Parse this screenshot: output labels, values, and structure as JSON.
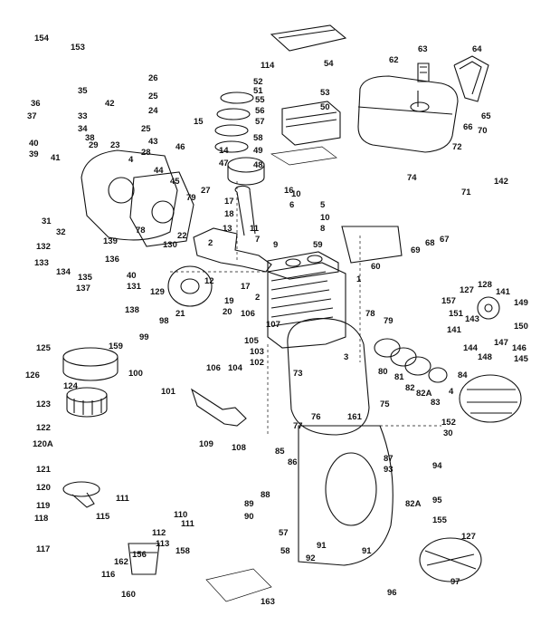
{
  "diagram": {
    "parts": [
      {
        "key": "p154",
        "label": "154"
      },
      {
        "key": "p153",
        "label": "153"
      },
      {
        "key": "p26",
        "label": "26"
      },
      {
        "key": "p25a",
        "label": "25"
      },
      {
        "key": "p24",
        "label": "24"
      },
      {
        "key": "p25b",
        "label": "25"
      },
      {
        "key": "p35",
        "label": "35"
      },
      {
        "key": "p42",
        "label": "42"
      },
      {
        "key": "p36",
        "label": "36"
      },
      {
        "key": "p37",
        "label": "37"
      },
      {
        "key": "p33",
        "label": "33"
      },
      {
        "key": "p34",
        "label": "34"
      },
      {
        "key": "p38",
        "label": "38"
      },
      {
        "key": "p40",
        "label": "40"
      },
      {
        "key": "p39",
        "label": "39"
      },
      {
        "key": "p29",
        "label": "29"
      },
      {
        "key": "p41",
        "label": "41"
      },
      {
        "key": "p23",
        "label": "23"
      },
      {
        "key": "p43",
        "label": "43"
      },
      {
        "key": "p28",
        "label": "28"
      },
      {
        "key": "p4a",
        "label": "4"
      },
      {
        "key": "p44",
        "label": "44"
      },
      {
        "key": "p46",
        "label": "46"
      },
      {
        "key": "p45",
        "label": "45"
      },
      {
        "key": "p27",
        "label": "27"
      },
      {
        "key": "p31",
        "label": "31"
      },
      {
        "key": "p79",
        "label": "79"
      },
      {
        "key": "p78a",
        "label": "78"
      },
      {
        "key": "p32",
        "label": "32"
      },
      {
        "key": "p22",
        "label": "22"
      },
      {
        "key": "p132",
        "label": "132"
      },
      {
        "key": "p139",
        "label": "139"
      },
      {
        "key": "p133",
        "label": "133"
      },
      {
        "key": "p136",
        "label": "136"
      },
      {
        "key": "p130",
        "label": "130"
      },
      {
        "key": "p134",
        "label": "134"
      },
      {
        "key": "p135",
        "label": "135"
      },
      {
        "key": "p137",
        "label": "137"
      },
      {
        "key": "p40b",
        "label": "40"
      },
      {
        "key": "p131",
        "label": "131"
      },
      {
        "key": "p129",
        "label": "129"
      },
      {
        "key": "p138",
        "label": "138"
      },
      {
        "key": "p114",
        "label": "114"
      },
      {
        "key": "p54",
        "label": "54"
      },
      {
        "key": "p52",
        "label": "52"
      },
      {
        "key": "p51",
        "label": "51"
      },
      {
        "key": "p53",
        "label": "53"
      },
      {
        "key": "p55",
        "label": "55"
      },
      {
        "key": "p50",
        "label": "50"
      },
      {
        "key": "p56",
        "label": "56"
      },
      {
        "key": "p57",
        "label": "57"
      },
      {
        "key": "p58",
        "label": "58"
      },
      {
        "key": "p49",
        "label": "49"
      },
      {
        "key": "p48",
        "label": "48"
      },
      {
        "key": "p15",
        "label": "15"
      },
      {
        "key": "p14",
        "label": "14"
      },
      {
        "key": "p47",
        "label": "47"
      },
      {
        "key": "p16",
        "label": "16"
      },
      {
        "key": "p17a",
        "label": "17"
      },
      {
        "key": "p18",
        "label": "18"
      },
      {
        "key": "p13",
        "label": "13"
      },
      {
        "key": "p11",
        "label": "11"
      },
      {
        "key": "p7",
        "label": "7"
      },
      {
        "key": "p10a",
        "label": "10"
      },
      {
        "key": "p6",
        "label": "6"
      },
      {
        "key": "p5",
        "label": "5"
      },
      {
        "key": "p10b",
        "label": "10"
      },
      {
        "key": "p8",
        "label": "8"
      },
      {
        "key": "p9",
        "label": "9"
      },
      {
        "key": "p59",
        "label": "59"
      },
      {
        "key": "p2",
        "label": "2"
      },
      {
        "key": "p12",
        "label": "12"
      },
      {
        "key": "p17b",
        "label": "17"
      },
      {
        "key": "p19",
        "label": "19"
      },
      {
        "key": "p20",
        "label": "20"
      },
      {
        "key": "p21",
        "label": "21"
      },
      {
        "key": "p106a",
        "label": "106"
      },
      {
        "key": "p2b",
        "label": "2"
      },
      {
        "key": "p107",
        "label": "107"
      },
      {
        "key": "p1",
        "label": "1"
      },
      {
        "key": "p62",
        "label": "62"
      },
      {
        "key": "p63",
        "label": "63"
      },
      {
        "key": "p64",
        "label": "64"
      },
      {
        "key": "p65",
        "label": "65"
      },
      {
        "key": "p66",
        "label": "66"
      },
      {
        "key": "p70",
        "label": "70"
      },
      {
        "key": "p72",
        "label": "72"
      },
      {
        "key": "p74",
        "label": "74"
      },
      {
        "key": "p71",
        "label": "71"
      },
      {
        "key": "p142",
        "label": "142"
      },
      {
        "key": "p69",
        "label": "69"
      },
      {
        "key": "p68",
        "label": "68"
      },
      {
        "key": "p67",
        "label": "67"
      },
      {
        "key": "p60",
        "label": "60"
      },
      {
        "key": "p128",
        "label": "128"
      },
      {
        "key": "p127a",
        "label": "127"
      },
      {
        "key": "p157",
        "label": "157"
      },
      {
        "key": "p141a",
        "label": "141"
      },
      {
        "key": "p149",
        "label": "149"
      },
      {
        "key": "p151",
        "label": "151"
      },
      {
        "key": "p143",
        "label": "143"
      },
      {
        "key": "p150",
        "label": "150"
      },
      {
        "key": "p141b",
        "label": "141"
      },
      {
        "key": "p147",
        "label": "147"
      },
      {
        "key": "p146",
        "label": "146"
      },
      {
        "key": "p144",
        "label": "144"
      },
      {
        "key": "p148",
        "label": "148"
      },
      {
        "key": "p145",
        "label": "145"
      },
      {
        "key": "p98",
        "label": "98"
      },
      {
        "key": "p99",
        "label": "99"
      },
      {
        "key": "p125",
        "label": "125"
      },
      {
        "key": "p159",
        "label": "159"
      },
      {
        "key": "p126",
        "label": "126"
      },
      {
        "key": "p124",
        "label": "124"
      },
      {
        "key": "p100",
        "label": "100"
      },
      {
        "key": "p101",
        "label": "101"
      },
      {
        "key": "p106b",
        "label": "106"
      },
      {
        "key": "p105",
        "label": "105"
      },
      {
        "key": "p104",
        "label": "104"
      },
      {
        "key": "p103",
        "label": "103"
      },
      {
        "key": "p102",
        "label": "102"
      },
      {
        "key": "p78b",
        "label": "78"
      },
      {
        "key": "p79b",
        "label": "79"
      },
      {
        "key": "p3",
        "label": "3"
      },
      {
        "key": "p80",
        "label": "80"
      },
      {
        "key": "p81",
        "label": "81"
      },
      {
        "key": "p82",
        "label": "82"
      },
      {
        "key": "p82A",
        "label": "82A"
      },
      {
        "key": "p84",
        "label": "84"
      },
      {
        "key": "p4b",
        "label": "4"
      },
      {
        "key": "p83",
        "label": "83"
      },
      {
        "key": "p73",
        "label": "73"
      },
      {
        "key": "p75",
        "label": "75"
      },
      {
        "key": "p123",
        "label": "123"
      },
      {
        "key": "p76",
        "label": "76"
      },
      {
        "key": "p77",
        "label": "77"
      },
      {
        "key": "p161",
        "label": "161"
      },
      {
        "key": "p152",
        "label": "152"
      },
      {
        "key": "p122",
        "label": "122"
      },
      {
        "key": "p120A",
        "label": "120A"
      },
      {
        "key": "p109",
        "label": "109"
      },
      {
        "key": "p108",
        "label": "108"
      },
      {
        "key": "p30",
        "label": "30"
      },
      {
        "key": "p85",
        "label": "85"
      },
      {
        "key": "p86",
        "label": "86"
      },
      {
        "key": "p87",
        "label": "87"
      },
      {
        "key": "p121",
        "label": "121"
      },
      {
        "key": "p93",
        "label": "93"
      },
      {
        "key": "p94",
        "label": "94"
      },
      {
        "key": "p120",
        "label": "120"
      },
      {
        "key": "p88",
        "label": "88"
      },
      {
        "key": "p111a",
        "label": "111"
      },
      {
        "key": "p89",
        "label": "89"
      },
      {
        "key": "p82Ab",
        "label": "82A"
      },
      {
        "key": "p95",
        "label": "95"
      },
      {
        "key": "p119",
        "label": "119"
      },
      {
        "key": "p118",
        "label": "118"
      },
      {
        "key": "p110",
        "label": "110"
      },
      {
        "key": "p90",
        "label": "90"
      },
      {
        "key": "p111b",
        "label": "111"
      },
      {
        "key": "p115",
        "label": "115"
      },
      {
        "key": "p112",
        "label": "112"
      },
      {
        "key": "p155",
        "label": "155"
      },
      {
        "key": "p57b",
        "label": "57"
      },
      {
        "key": "p113",
        "label": "113"
      },
      {
        "key": "p58b",
        "label": "58"
      },
      {
        "key": "p92",
        "label": "92"
      },
      {
        "key": "p91a",
        "label": "91"
      },
      {
        "key": "p91b",
        "label": "91"
      },
      {
        "key": "p127b",
        "label": "127"
      },
      {
        "key": "p117",
        "label": "117"
      },
      {
        "key": "p162",
        "label": "162"
      },
      {
        "key": "p156",
        "label": "156"
      },
      {
        "key": "p158",
        "label": "158"
      },
      {
        "key": "p116",
        "label": "116"
      },
      {
        "key": "p97",
        "label": "97"
      },
      {
        "key": "p96",
        "label": "96"
      },
      {
        "key": "p160",
        "label": "160"
      },
      {
        "key": "p163",
        "label": "163"
      }
    ]
  }
}
